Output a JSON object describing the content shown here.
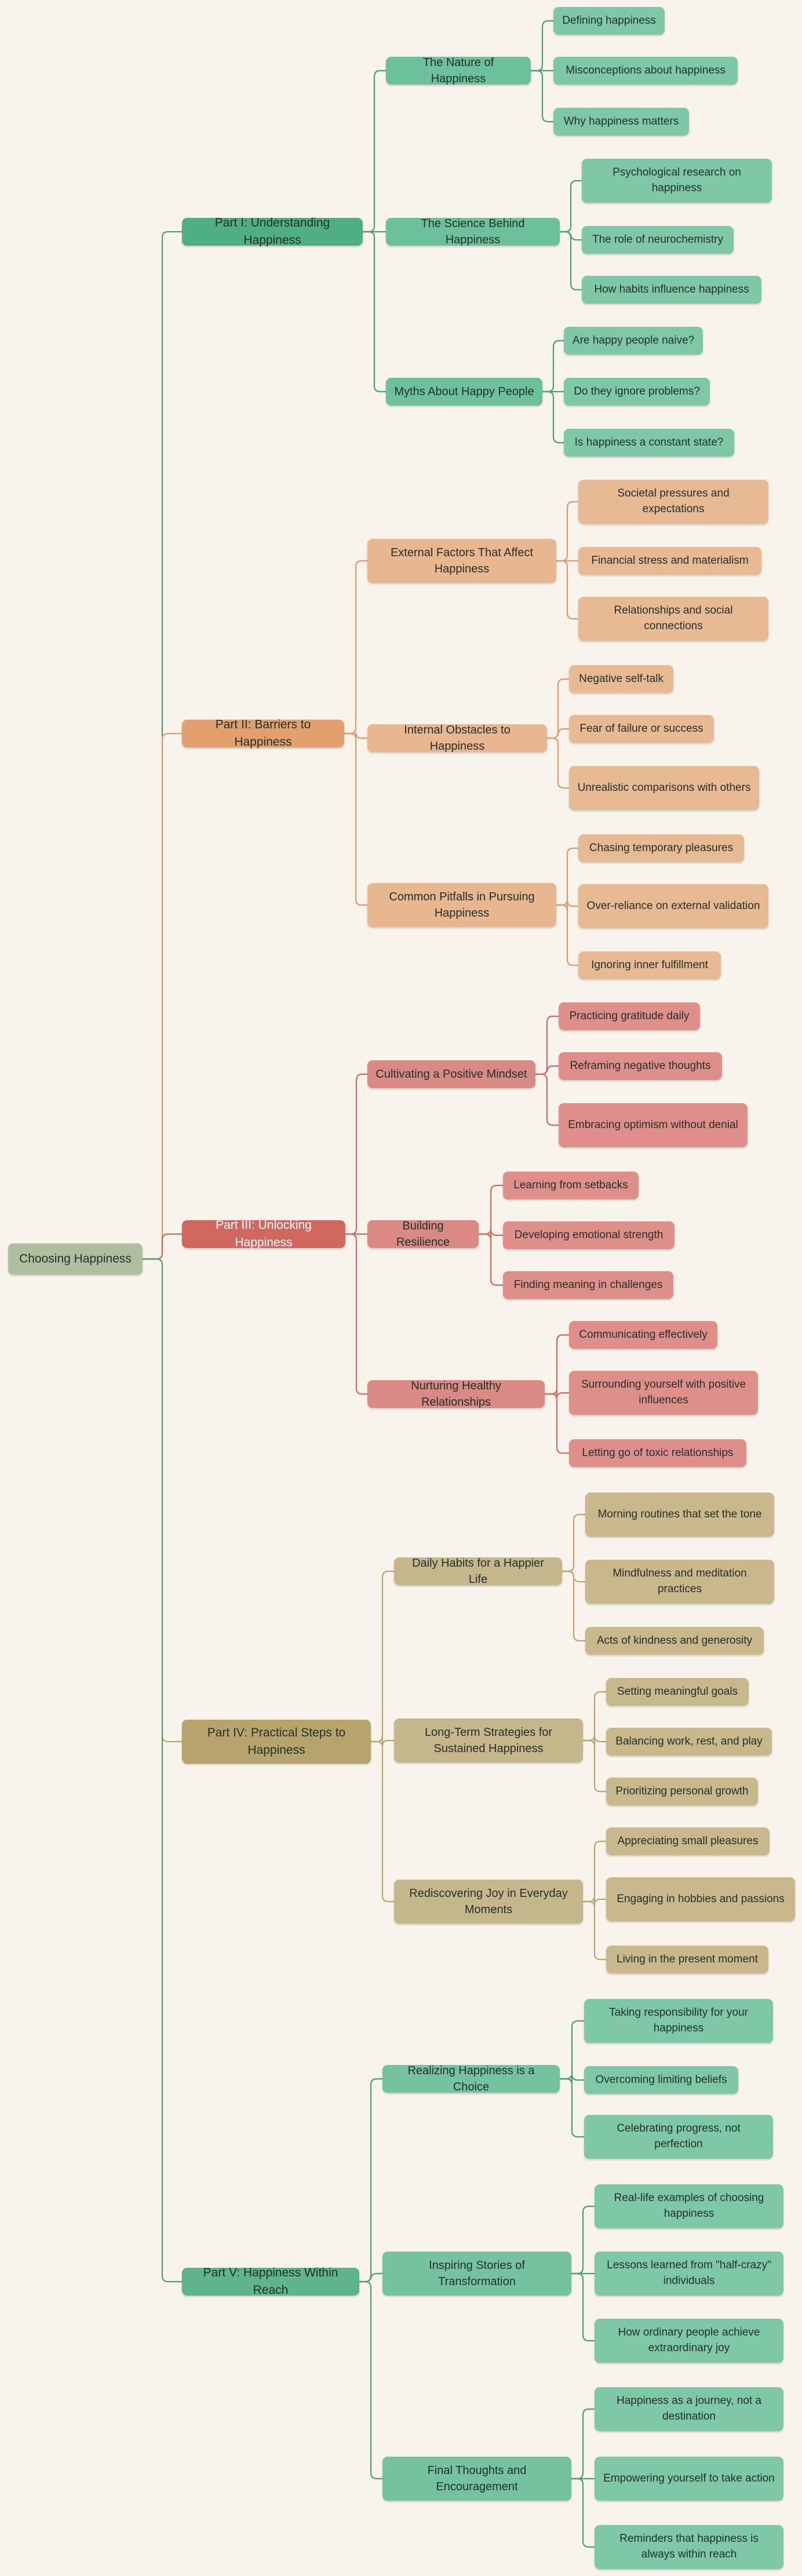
{
  "root": {
    "label": "Choosing Happiness",
    "color": "#aebf9f"
  },
  "branches": [
    {
      "label": "Part I: Understanding Happiness",
      "color": "#4fae82",
      "sub_color": "#6cc19c",
      "leaf_color": "#7ec8a7",
      "line": "#4a9e76",
      "subs": [
        {
          "label": "The Nature of Happiness",
          "leaves": [
            "Defining happiness",
            "Misconceptions about happiness",
            "Why happiness matters"
          ]
        },
        {
          "label": "The Science Behind Happiness",
          "leaves": [
            "Psychological research on happiness",
            "The role of neurochemistry",
            "How habits influence happiness"
          ]
        },
        {
          "label": "Myths About Happy People",
          "leaves": [
            "Are happy people naive?",
            "Do they ignore problems?",
            "Is happiness a constant state?"
          ]
        }
      ]
    },
    {
      "label": "Part II: Barriers to Happiness",
      "color": "#e2a06e",
      "sub_color": "#e8b68f",
      "leaf_color": "#e8ba94",
      "line": "#e0986a",
      "subs": [
        {
          "label": "External Factors That Affect Happiness",
          "leaves": [
            "Societal pressures and expectations",
            "Financial stress and materialism",
            "Relationships and social connections"
          ]
        },
        {
          "label": "Internal Obstacles to Happiness",
          "leaves": [
            "Negative self-talk",
            "Fear of failure or success",
            "Unrealistic comparisons with others"
          ]
        },
        {
          "label": "Common Pitfalls in Pursuing Happiness",
          "leaves": [
            "Chasing temporary pleasures",
            "Over-reliance on external validation",
            "Ignoring inner fulfillment"
          ]
        }
      ]
    },
    {
      "label": "Part III: Unlocking Happiness",
      "color": "#d0685f",
      "sub_color": "#d98a84",
      "leaf_color": "#df8f89",
      "line": "#d06a60",
      "subs": [
        {
          "label": "Cultivating a Positive Mindset",
          "leaves": [
            "Practicing gratitude daily",
            "Reframing negative thoughts",
            "Embracing optimism without denial"
          ]
        },
        {
          "label": "Building Resilience",
          "leaves": [
            "Learning from setbacks",
            "Developing emotional strength",
            "Finding meaning in challenges"
          ]
        },
        {
          "label": "Nurturing Healthy Relationships",
          "leaves": [
            "Communicating effectively",
            "Surrounding yourself with positive influences",
            "Letting go of toxic relationships"
          ]
        }
      ]
    },
    {
      "label": "Part IV: Practical Steps to Happiness",
      "color": "#b6a46c",
      "sub_color": "#c5b68b",
      "leaf_color": "#c8b88c",
      "line": "#b8a66c",
      "subs": [
        {
          "label": "Daily Habits for a Happier Life",
          "leaves": [
            "Morning routines that set the tone",
            "Mindfulness and meditation practices",
            "Acts of kindness and generosity"
          ]
        },
        {
          "label": "Long-Term Strategies for Sustained Happiness",
          "leaves": [
            "Setting meaningful goals",
            "Balancing work, rest, and play",
            "Prioritizing personal growth"
          ]
        },
        {
          "label": "Rediscovering Joy in Everyday Moments",
          "leaves": [
            "Appreciating small pleasures",
            "Engaging in hobbies and passions",
            "Living in the present moment"
          ]
        }
      ]
    },
    {
      "label": "Part V: Happiness Within Reach",
      "color": "#5fb48c",
      "sub_color": "#74c2a0",
      "leaf_color": "#7ec8a7",
      "line": "#4a9e76",
      "subs": [
        {
          "label": "Realizing Happiness is a Choice",
          "leaves": [
            "Taking responsibility for your happiness",
            "Overcoming limiting beliefs",
            "Celebrating progress, not perfection"
          ]
        },
        {
          "label": "Inspiring Stories of Transformation",
          "leaves": [
            "Real-life examples of choosing happiness",
            "Lessons learned from \"half-crazy\" individuals",
            "How ordinary people achieve extraordinary joy"
          ]
        },
        {
          "label": "Final Thoughts and Encouragement",
          "leaves": [
            "Happiness as a journey, not a destination",
            "Empowering yourself to take action",
            "Reminders that happiness is always within reach"
          ]
        }
      ]
    }
  ]
}
